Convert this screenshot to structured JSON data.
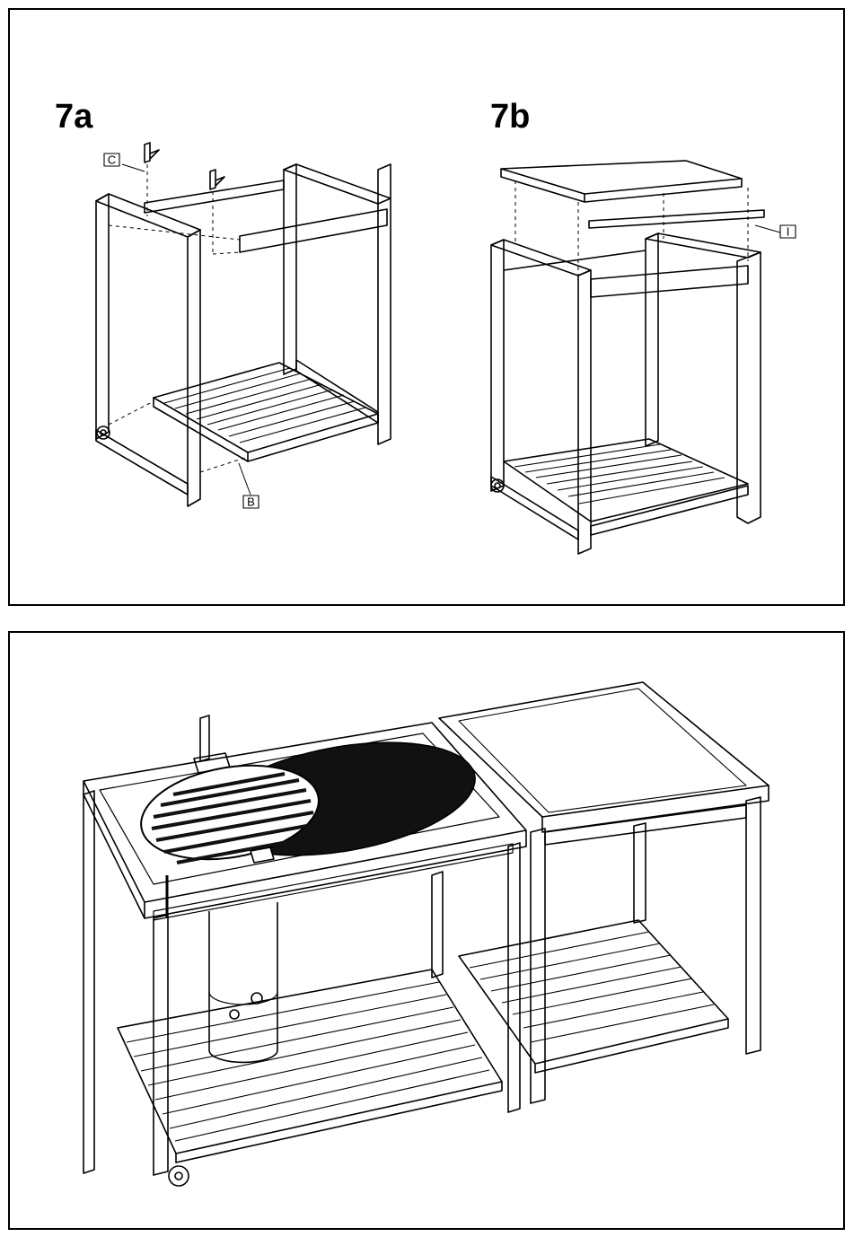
{
  "steps": {
    "step_a": {
      "label": "7a",
      "callouts": {
        "c": "C",
        "b": "B"
      }
    },
    "step_b": {
      "label": "7b",
      "callouts": {
        "i": "I"
      }
    }
  },
  "colors": {
    "line": "#000000",
    "background": "#ffffff",
    "fill_dark": "#111111"
  }
}
